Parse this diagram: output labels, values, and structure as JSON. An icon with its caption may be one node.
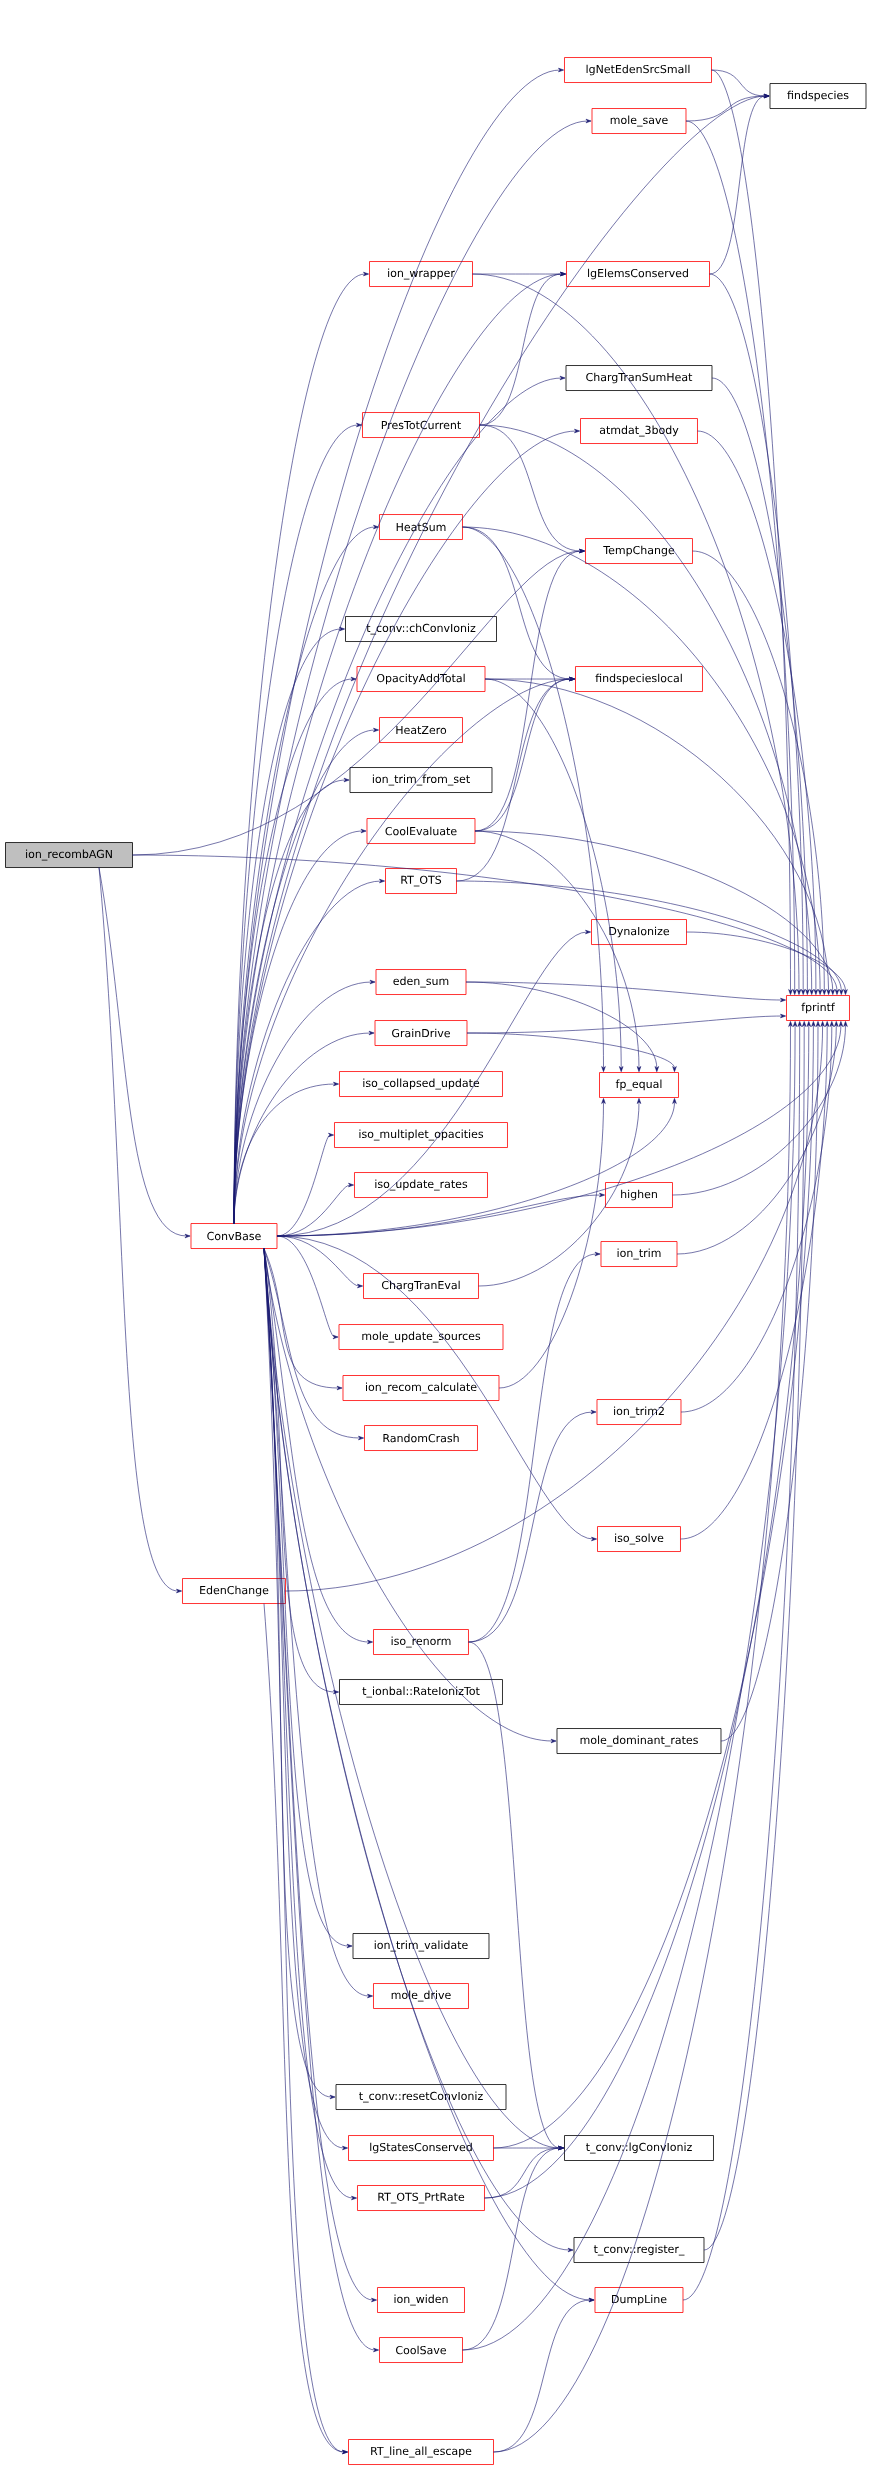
{
  "diagram": {
    "nodes": [
      {
        "text": [
          "lgNetEdenSrcSmall"
        ]
      },
      {
        "text": [
          "findspecies"
        ]
      },
      {
        "text": [
          "mole_save"
        ]
      },
      {
        "text": [
          "ion_wrapper"
        ]
      },
      {
        "text": [
          "lgElemsConserved"
        ]
      },
      {
        "text": [
          "ChargTranSumHeat"
        ]
      },
      {
        "text": [
          "PresTotCurrent"
        ]
      },
      {
        "text": [
          "atmdat_3body"
        ]
      },
      {
        "text": [
          "HeatSum"
        ]
      },
      {
        "text": [
          "TempChange"
        ]
      },
      {
        "text": [
          "t_conv::chConvIoniz"
        ]
      },
      {
        "text": [
          "OpacityAddTotal"
        ]
      },
      {
        "text": [
          "findspecieslocal"
        ]
      },
      {
        "text": [
          "HeatZero"
        ]
      },
      {
        "text": [
          "ion_trim_from_set"
        ]
      },
      {
        "text": [
          "CoolEvaluate"
        ]
      },
      {
        "text": [
          "ion_recombAGN"
        ]
      },
      {
        "text": [
          "RT_OTS"
        ]
      },
      {
        "text": [
          "DynaIonize"
        ]
      },
      {
        "text": [
          "eden_sum"
        ]
      },
      {
        "text": [
          "fprintf"
        ]
      },
      {
        "text": [
          "GrainDrive"
        ]
      },
      {
        "text": [
          "iso_collapsed_update"
        ]
      },
      {
        "text": [
          "fp_equal"
        ]
      },
      {
        "text": [
          "iso_multiplet_opacities"
        ]
      },
      {
        "text": [
          "iso_update_rates"
        ]
      },
      {
        "text": [
          "highen"
        ]
      },
      {
        "text": [
          "ConvBase"
        ]
      },
      {
        "text": [
          "ion_trim"
        ]
      },
      {
        "text": [
          "ChargTranEval"
        ]
      },
      {
        "text": [
          "mole_update_sources"
        ]
      },
      {
        "text": [
          "ion_recom_calculate"
        ]
      },
      {
        "text": [
          "ion_trim2"
        ]
      },
      {
        "text": [
          "RandomCrash"
        ]
      },
      {
        "text": [
          "iso_solve"
        ]
      },
      {
        "text": [
          "EdenChange"
        ]
      },
      {
        "text": [
          "iso_renorm"
        ]
      },
      {
        "text": [
          "t_ionbal::RateIonizTot"
        ]
      },
      {
        "text": [
          "mole_dominant_rates"
        ]
      },
      {
        "text": [
          "ion_trim_validate"
        ]
      },
      {
        "text": [
          "mole_drive"
        ]
      },
      {
        "text": [
          "t_conv::resetConvIoniz"
        ]
      },
      {
        "text": [
          "lgStatesConserved"
        ]
      },
      {
        "text": [
          "t_conv::lgConvIoniz"
        ]
      },
      {
        "text": [
          "RT_OTS_PrtRate"
        ]
      },
      {
        "text": [
          "t_conv::register_"
        ]
      },
      {
        "text": [
          "ion_widen"
        ]
      },
      {
        "text": [
          "DumpLine"
        ]
      },
      {
        "text": [
          "CoolSave"
        ]
      },
      {
        "text": [
          "RT_line_all_escape"
        ]
      }
    ],
    "edges": [
      {
        "from": 16,
        "to": 27,
        "arrow": "to"
      },
      {
        "from": 16,
        "to": 35,
        "arrow": "to"
      },
      {
        "from": 16,
        "to": 9,
        "arrow": "to"
      },
      {
        "from": 16,
        "to": 20,
        "arrow": "to"
      },
      {
        "from": 27,
        "to": 1,
        "arrow": "to"
      },
      {
        "from": 27,
        "to": 0,
        "arrow": "to"
      },
      {
        "from": 27,
        "to": 2,
        "arrow": "to"
      },
      {
        "from": 27,
        "to": 4,
        "arrow": "to"
      },
      {
        "from": 27,
        "to": 3,
        "arrow": "to"
      },
      {
        "from": 27,
        "to": 5,
        "arrow": "to"
      },
      {
        "from": 27,
        "to": 7,
        "arrow": "to"
      },
      {
        "from": 27,
        "to": 6,
        "arrow": "to"
      },
      {
        "from": 27,
        "to": 8,
        "arrow": "to"
      },
      {
        "from": 27,
        "to": 12,
        "arrow": "to"
      },
      {
        "from": 27,
        "to": 10,
        "arrow": "to"
      },
      {
        "from": 27,
        "to": 11,
        "arrow": "to"
      },
      {
        "from": 27,
        "to": 13,
        "arrow": "to"
      },
      {
        "from": 27,
        "to": 14,
        "arrow": "to"
      },
      {
        "from": 27,
        "to": 15,
        "arrow": "to"
      },
      {
        "from": 27,
        "to": 17,
        "arrow": "to"
      },
      {
        "from": 27,
        "to": 18,
        "arrow": "to"
      },
      {
        "from": 27,
        "to": 19,
        "arrow": "to"
      },
      {
        "from": 27,
        "to": 21,
        "arrow": "to"
      },
      {
        "from": 27,
        "to": 22,
        "arrow": "to"
      },
      {
        "from": 27,
        "to": 24,
        "arrow": "to"
      },
      {
        "from": 27,
        "to": 25,
        "arrow": "to"
      },
      {
        "from": 27,
        "to": 23,
        "arrow": "to"
      },
      {
        "from": 27,
        "to": 26,
        "arrow": "to"
      },
      {
        "from": 27,
        "to": 29,
        "arrow": "to"
      },
      {
        "from": 27,
        "to": 30,
        "arrow": "to"
      },
      {
        "from": 27,
        "to": 31,
        "arrow": "to"
      },
      {
        "from": 27,
        "to": 33,
        "arrow": "to"
      },
      {
        "from": 27,
        "to": 36,
        "arrow": "to"
      },
      {
        "from": 27,
        "to": 37,
        "arrow": "to"
      },
      {
        "from": 27,
        "to": 38,
        "arrow": "to"
      },
      {
        "from": 27,
        "to": 34,
        "arrow": "to"
      },
      {
        "from": 27,
        "to": 39,
        "arrow": "to"
      },
      {
        "from": 27,
        "to": 40,
        "arrow": "to"
      },
      {
        "from": 27,
        "to": 41,
        "arrow": "to"
      },
      {
        "from": 27,
        "to": 42,
        "arrow": "to"
      },
      {
        "from": 27,
        "to": 44,
        "arrow": "to"
      },
      {
        "from": 27,
        "to": 45,
        "arrow": "to"
      },
      {
        "from": 27,
        "to": 46,
        "arrow": "to"
      },
      {
        "from": 27,
        "to": 48,
        "arrow": "to"
      },
      {
        "from": 27,
        "to": 49,
        "arrow": "to"
      },
      {
        "from": 27,
        "to": 47,
        "arrow": "to"
      },
      {
        "from": 27,
        "to": 43,
        "arrow": "to"
      },
      {
        "from": 27,
        "to": 20,
        "arrow": "to"
      },
      {
        "from": 0,
        "to": 1,
        "arrow": "to"
      },
      {
        "from": 0,
        "to": 20,
        "arrow": "to"
      },
      {
        "from": 2,
        "to": 1,
        "arrow": "to"
      },
      {
        "from": 2,
        "to": 20,
        "arrow": "to"
      },
      {
        "from": 3,
        "to": 4,
        "arrow": "to"
      },
      {
        "from": 3,
        "to": 20,
        "arrow": "to"
      },
      {
        "from": 4,
        "to": 1,
        "arrow": "to"
      },
      {
        "from": 4,
        "to": 20,
        "arrow": "to"
      },
      {
        "from": 5,
        "to": 20,
        "arrow": "to"
      },
      {
        "from": 6,
        "to": 4,
        "arrow": "to"
      },
      {
        "from": 6,
        "to": 9,
        "arrow": "to"
      },
      {
        "from": 6,
        "to": 20,
        "arrow": "to"
      },
      {
        "from": 7,
        "to": 20,
        "arrow": "to"
      },
      {
        "from": 8,
        "to": 12,
        "arrow": "to"
      },
      {
        "from": 8,
        "to": 23,
        "arrow": "to"
      },
      {
        "from": 8,
        "to": 20,
        "arrow": "to"
      },
      {
        "from": 9,
        "to": 20,
        "arrow": "to"
      },
      {
        "from": 11,
        "to": 12,
        "arrow": "to"
      },
      {
        "from": 11,
        "to": 23,
        "arrow": "to"
      },
      {
        "from": 11,
        "to": 20,
        "arrow": "to"
      },
      {
        "from": 15,
        "to": 9,
        "arrow": "to"
      },
      {
        "from": 15,
        "to": 12,
        "arrow": "to"
      },
      {
        "from": 15,
        "to": 23,
        "arrow": "to"
      },
      {
        "from": 15,
        "to": 20,
        "arrow": "to"
      },
      {
        "from": 17,
        "to": 12,
        "arrow": "to"
      },
      {
        "from": 17,
        "to": 20,
        "arrow": "to"
      },
      {
        "from": 18,
        "to": 20,
        "arrow": "to"
      },
      {
        "from": 19,
        "to": 23,
        "arrow": "to"
      },
      {
        "from": 19,
        "to": 20,
        "arrow": "to"
      },
      {
        "from": 21,
        "to": 23,
        "arrow": "to"
      },
      {
        "from": 21,
        "to": 20,
        "arrow": "to"
      },
      {
        "from": 26,
        "to": 20,
        "arrow": "to"
      },
      {
        "from": 28,
        "to": 20,
        "arrow": "to"
      },
      {
        "from": 29,
        "to": 23,
        "arrow": "to"
      },
      {
        "from": 31,
        "to": 23,
        "arrow": "to"
      },
      {
        "from": 32,
        "to": 20,
        "arrow": "to"
      },
      {
        "from": 34,
        "to": 20,
        "arrow": "to"
      },
      {
        "from": 35,
        "to": 20,
        "arrow": "to"
      },
      {
        "from": 35,
        "to": 49,
        "arrow": "to"
      },
      {
        "from": 36,
        "to": 28,
        "arrow": "to"
      },
      {
        "from": 36,
        "to": 32,
        "arrow": "to"
      },
      {
        "from": 36,
        "to": 43,
        "arrow": "to"
      },
      {
        "from": 38,
        "to": 20,
        "arrow": "to"
      },
      {
        "from": 42,
        "to": 43,
        "arrow": "to"
      },
      {
        "from": 42,
        "to": 20,
        "arrow": "to"
      },
      {
        "from": 44,
        "to": 43,
        "arrow": "to"
      },
      {
        "from": 44,
        "to": 20,
        "arrow": "to"
      },
      {
        "from": 45,
        "to": 20,
        "arrow": "to"
      },
      {
        "from": 47,
        "to": 20,
        "arrow": "to"
      },
      {
        "from": 48,
        "to": 43,
        "arrow": "to"
      },
      {
        "from": 48,
        "to": 20,
        "arrow": "to"
      },
      {
        "from": 49,
        "to": 47,
        "arrow": "to"
      },
      {
        "from": 49,
        "to": 20,
        "arrow": "to"
      }
    ]
  }
}
